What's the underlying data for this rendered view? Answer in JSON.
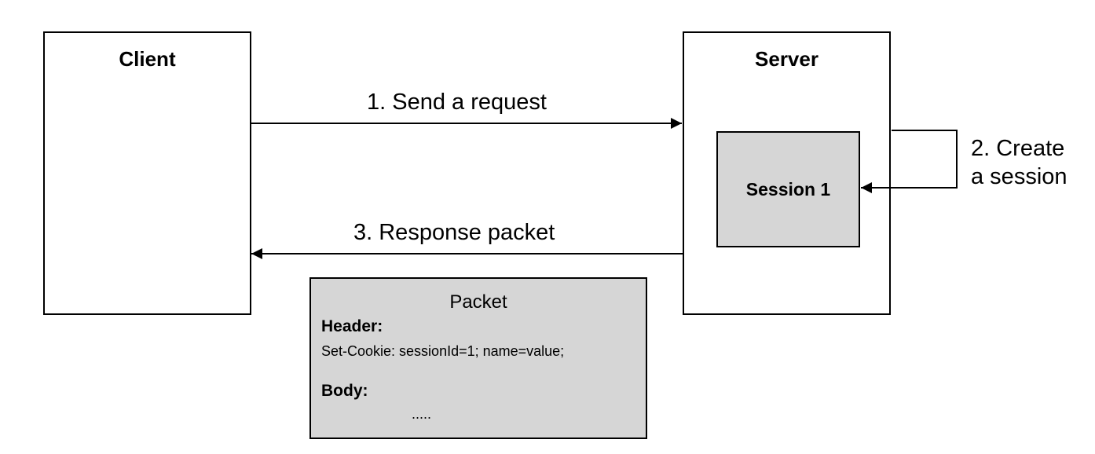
{
  "nodes": {
    "client": {
      "title": "Client"
    },
    "server": {
      "title": "Server"
    },
    "session": {
      "label": "Session 1"
    }
  },
  "edges": {
    "request": {
      "label": "1. Send a request"
    },
    "create": {
      "line1": "2. Create",
      "line2": "a session"
    },
    "response": {
      "label": "3. Response packet"
    }
  },
  "packet": {
    "title": "Packet",
    "header_label": "Header:",
    "set_cookie": "Set-Cookie: sessionId=1; name=value;",
    "body_label": "Body:",
    "body_content": "....."
  }
}
